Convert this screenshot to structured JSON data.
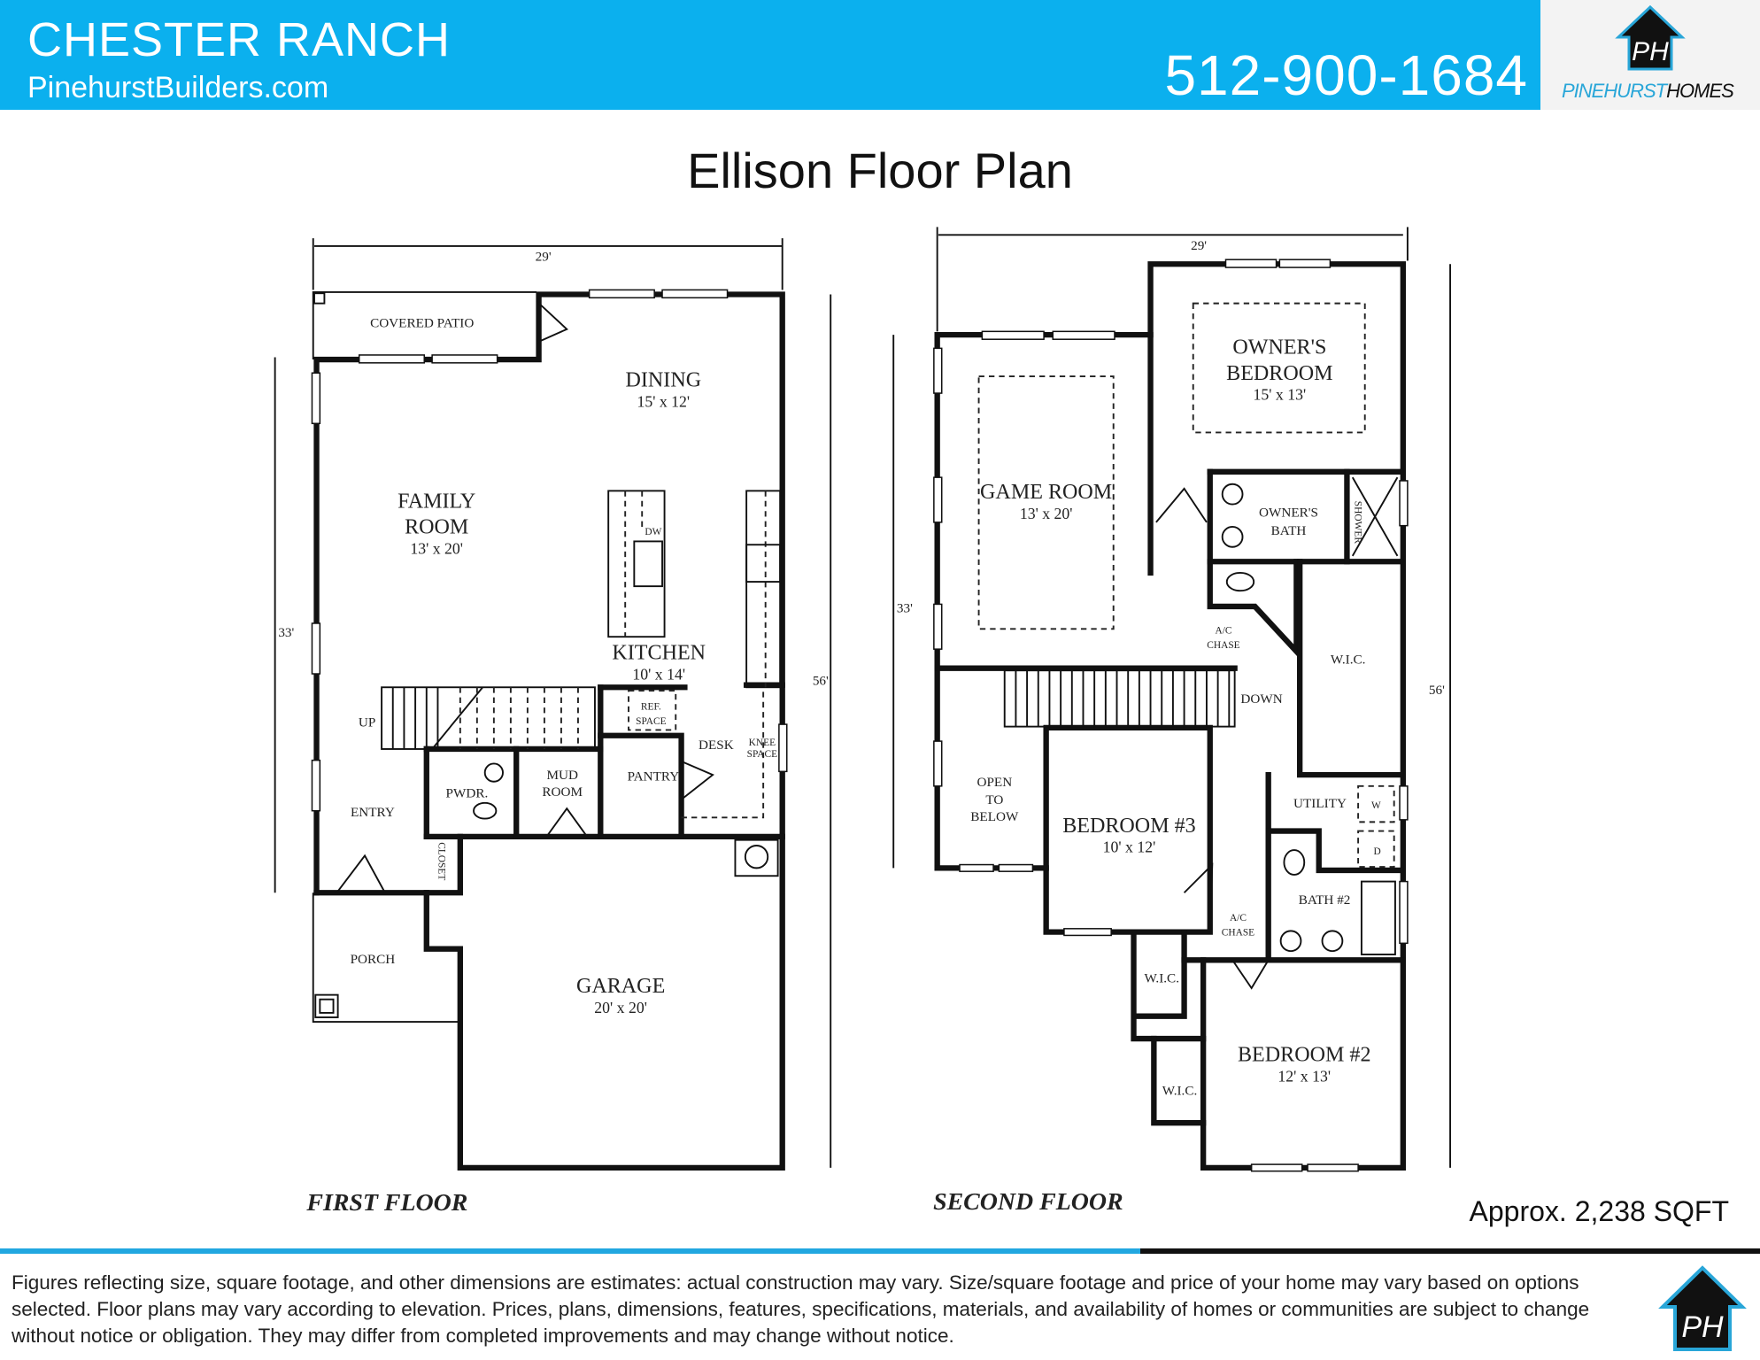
{
  "header": {
    "community": "CHESTER RANCH",
    "website": "PinehurstBuilders.com",
    "phone": "512-900-1684",
    "logo_text": "PINEHURSTHOMES",
    "logo_monogram": "PH",
    "brand_color": "#0bb0ee"
  },
  "title": "Ellison Floor Plan",
  "first_floor": {
    "label": "FIRST FLOOR",
    "dims": {
      "width": "29'",
      "depth_left": "33'",
      "depth_right": "56'"
    },
    "rooms": [
      {
        "lines": [
          "COVERED PATIO"
        ]
      },
      {
        "lines": [
          "DINING"
        ],
        "size": "15' x 12'"
      },
      {
        "lines": [
          "FAMILY",
          "ROOM"
        ],
        "size": "13' x 20'"
      },
      {
        "lines": [
          "KITCHEN"
        ],
        "size": "10' x 14'"
      },
      {
        "lines": [
          "DW"
        ]
      },
      {
        "lines": [
          "REF.",
          "SPACE"
        ]
      },
      {
        "lines": [
          "UP"
        ]
      },
      {
        "lines": [
          "DESK"
        ]
      },
      {
        "lines": [
          "KNEE",
          "SPACE"
        ]
      },
      {
        "lines": [
          "PWDR."
        ]
      },
      {
        "lines": [
          "MUD",
          "ROOM"
        ]
      },
      {
        "lines": [
          "PANTRY"
        ]
      },
      {
        "lines": [
          "ENTRY"
        ]
      },
      {
        "lines": [
          "CLOSET"
        ]
      },
      {
        "lines": [
          "PORCH"
        ]
      },
      {
        "lines": [
          "GARAGE"
        ],
        "size": "20' x 20'"
      }
    ]
  },
  "second_floor": {
    "label": "SECOND FLOOR",
    "dims": {
      "width": "29'",
      "depth_left": "33'",
      "depth_right": "56'"
    },
    "rooms": [
      {
        "lines": [
          "OWNER'S",
          "BEDROOM"
        ],
        "size": "15' x 13'"
      },
      {
        "lines": [
          "GAME ROOM"
        ],
        "size": "13' x 20'"
      },
      {
        "lines": [
          "OWNER'S",
          "BATH"
        ]
      },
      {
        "lines": [
          "SHOWER"
        ]
      },
      {
        "lines": [
          "A/C",
          "CHASE"
        ]
      },
      {
        "lines": [
          "W.I.C."
        ]
      },
      {
        "lines": [
          "DOWN"
        ]
      },
      {
        "lines": [
          "OPEN",
          "TO",
          "BELOW"
        ]
      },
      {
        "lines": [
          "BEDROOM #3"
        ],
        "size": "10' x 12'"
      },
      {
        "lines": [
          "UTILITY"
        ]
      },
      {
        "lines": [
          "W"
        ]
      },
      {
        "lines": [
          "D"
        ]
      },
      {
        "lines": [
          "BATH #2"
        ]
      },
      {
        "lines": [
          "A/C",
          "CHASE"
        ]
      },
      {
        "lines": [
          "W.I.C."
        ]
      },
      {
        "lines": [
          "BEDROOM #2"
        ],
        "size": "12' x 13'"
      },
      {
        "lines": [
          "W.I.C."
        ]
      }
    ]
  },
  "sqft": "Approx. 2,238 SQFT",
  "disclaimer": "Figures reflecting size, square footage, and other dimensions are estimates:  actual construction may vary.  Size/square footage and price of your home may vary based on options selected.  Floor plans may vary according to elevation.  Prices, plans, dimensions, features, specifications, materials, and availability of homes or communities are subject to change without notice or obligation.  They may differ from completed improvements and may change without notice."
}
